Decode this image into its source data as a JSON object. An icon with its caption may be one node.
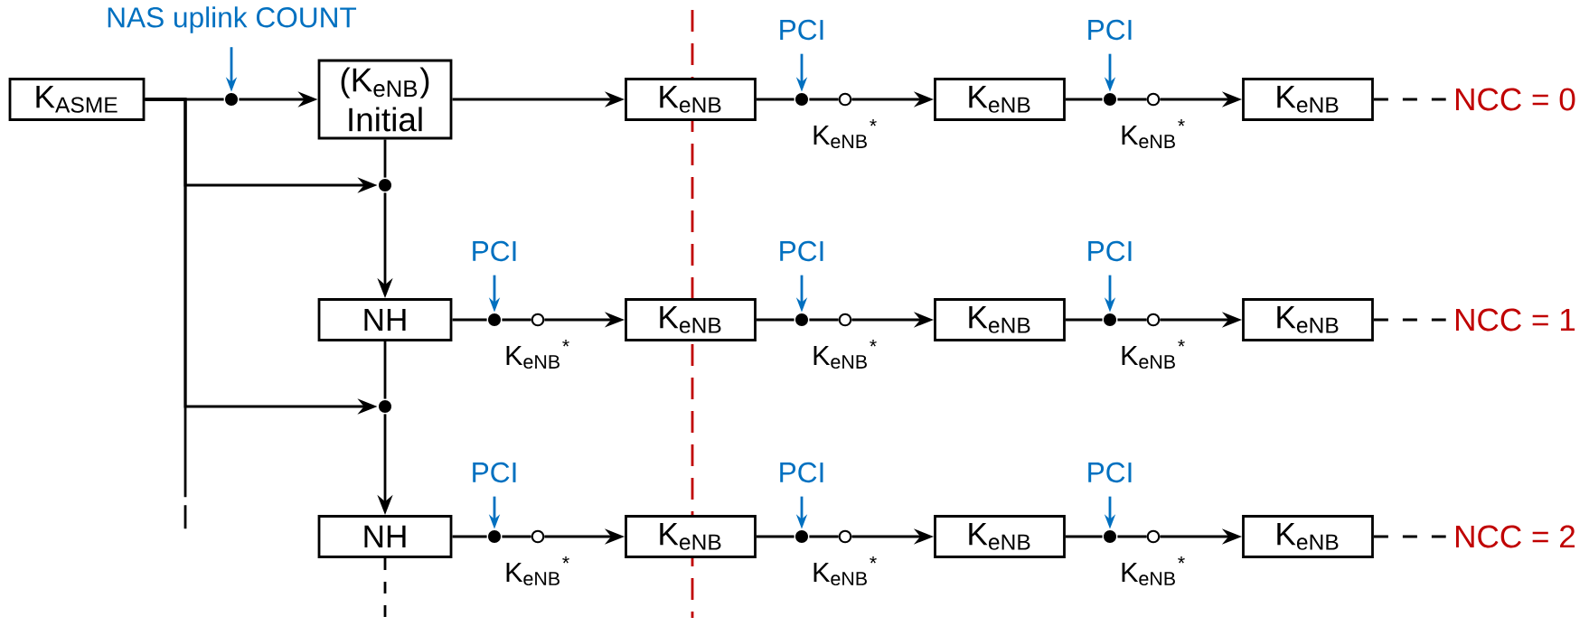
{
  "diagram": {
    "nodes": [
      {
        "text": [
          "K$_{ASME}$"
        ]
      },
      {
        "text": [
          "NAS uplink COUNT"
        ]
      },
      {
        "text": [],
        "shape": "circle"
      },
      {
        "text": [
          "(K$_{eNB}$) Initial"
        ]
      },
      {
        "text": [
          "PCI"
        ]
      },
      {
        "text": [
          "K$_{eNB}$"
        ]
      },
      {
        "text": [],
        "shape": "circle"
      },
      {
        "text": [],
        "shape": "circle",
        "beside": [
          "K$_{eNB}$$^{*}$"
        ]
      },
      {
        "text": [
          "PCI"
        ]
      },
      {
        "text": [
          "K$_{eNB}$"
        ]
      },
      {
        "text": [],
        "shape": "circle"
      },
      {
        "text": [],
        "shape": "circle",
        "beside": [
          "K$_{eNB}$$^{*}$"
        ]
      },
      {
        "text": [
          "K$_{eNB}$"
        ]
      },
      {
        "text": [],
        "shape": "circle"
      },
      {
        "text": [
          "PCI"
        ]
      },
      {
        "text": [
          "PCI"
        ]
      },
      {
        "text": [
          "PCI"
        ]
      },
      {
        "text": [
          "NH"
        ]
      },
      {
        "text": [],
        "shape": "circle"
      },
      {
        "text": [],
        "shape": "circle",
        "beside": [
          "K$_{eNB}$$^{*}$"
        ]
      },
      {
        "text": [
          "K$_{eNB}$"
        ]
      },
      {
        "text": [],
        "shape": "circle"
      },
      {
        "text": [],
        "shape": "circle",
        "beside": [
          "K$_{eNB}$$^{*}$"
        ]
      },
      {
        "text": [
          "K$_{eNB}$"
        ]
      },
      {
        "text": [],
        "shape": "circle"
      },
      {
        "text": [],
        "shape": "circle",
        "beside": [
          "K$_{eNB}$$^{*}$"
        ]
      },
      {
        "text": [
          "K$_{eNB}$"
        ]
      },
      {
        "text": [],
        "shape": "circle"
      },
      {
        "text": [
          "PCI"
        ]
      },
      {
        "text": [
          "PCI"
        ]
      },
      {
        "text": [
          "PCI"
        ]
      },
      {
        "text": [
          "NH"
        ]
      },
      {
        "text": [],
        "shape": "circle"
      },
      {
        "text": [],
        "shape": "circle",
        "beside": [
          "K$_{eNB}$$^{*}$"
        ]
      },
      {
        "text": [
          "K$_{eNB}$"
        ]
      },
      {
        "text": [],
        "shape": "circle"
      },
      {
        "text": [],
        "shape": "circle",
        "beside": [
          "K$_{eNB}$$^{*}$"
        ]
      },
      {
        "text": [
          "K$_{eNB}$"
        ]
      },
      {
        "text": [],
        "shape": "circle"
      },
      {
        "text": [],
        "shape": "circle",
        "beside": [
          "K$_{eNB}$$^{*}$"
        ]
      },
      {
        "text": [
          "K$_{eNB}$"
        ]
      },
      {
        "text": [
          "NCC = 0"
        ]
      },
      {
        "text": [
          "NCC = 1"
        ]
      },
      {
        "text": [
          "NCC = 2"
        ]
      }
    ],
    "edges": [
      {
        "from": 0,
        "to": 2,
        "arrow": "none"
      },
      {
        "from": 1,
        "to": 2,
        "arrow": "to",
        "color": "#0070c0"
      },
      {
        "from": 2,
        "to": 3,
        "arrow": "to"
      },
      {
        "from": 3,
        "to": 5,
        "arrow": "to"
      },
      {
        "from": 4,
        "to": 6,
        "arrow": "to",
        "color": "#0070c0"
      },
      {
        "from": 5,
        "to": 6,
        "arrow": "none"
      },
      {
        "from": 6,
        "to": 7,
        "arrow": "none"
      },
      {
        "from": 7,
        "to": 9,
        "arrow": "to"
      },
      {
        "from": 8,
        "to": 10,
        "arrow": "to",
        "color": "#0070c0"
      },
      {
        "from": 9,
        "to": 10,
        "arrow": "none"
      },
      {
        "from": 10,
        "to": 11,
        "arrow": "none"
      },
      {
        "from": 11,
        "to": 12,
        "arrow": "to"
      },
      {
        "from": 12,
        "to": 41,
        "arrow": "none",
        "style": "dashed"
      },
      {
        "from": 0,
        "to": 13,
        "arrow": "to"
      },
      {
        "from": 3,
        "to": 13,
        "arrow": "none"
      },
      {
        "from": 13,
        "to": 17,
        "arrow": "to"
      },
      {
        "from": 14,
        "to": 18,
        "arrow": "to",
        "color": "#0070c0"
      },
      {
        "from": 17,
        "to": 18,
        "arrow": "none"
      },
      {
        "from": 18,
        "to": 19,
        "arrow": "none"
      },
      {
        "from": 19,
        "to": 20,
        "arrow": "to"
      },
      {
        "from": 15,
        "to": 21,
        "arrow": "to",
        "color": "#0070c0"
      },
      {
        "from": 20,
        "to": 21,
        "arrow": "none"
      },
      {
        "from": 21,
        "to": 22,
        "arrow": "none"
      },
      {
        "from": 22,
        "to": 23,
        "arrow": "to"
      },
      {
        "from": 16,
        "to": 24,
        "arrow": "to",
        "color": "#0070c0"
      },
      {
        "from": 23,
        "to": 24,
        "arrow": "none"
      },
      {
        "from": 24,
        "to": 25,
        "arrow": "none"
      },
      {
        "from": 25,
        "to": 26,
        "arrow": "to"
      },
      {
        "from": 26,
        "to": 42,
        "arrow": "none",
        "style": "dashed"
      },
      {
        "from": 0,
        "to": 27,
        "arrow": "to"
      },
      {
        "from": 17,
        "to": 27,
        "arrow": "none"
      },
      {
        "from": 27,
        "to": 31,
        "arrow": "to"
      },
      {
        "from": 28,
        "to": 32,
        "arrow": "to",
        "color": "#0070c0"
      },
      {
        "from": 31,
        "to": 32,
        "arrow": "none"
      },
      {
        "from": 32,
        "to": 33,
        "arrow": "none"
      },
      {
        "from": 33,
        "to": 34,
        "arrow": "to"
      },
      {
        "from": 29,
        "to": 35,
        "arrow": "to",
        "color": "#0070c0"
      },
      {
        "from": 34,
        "to": 35,
        "arrow": "none"
      },
      {
        "from": 35,
        "to": 36,
        "arrow": "none"
      },
      {
        "from": 36,
        "to": 37,
        "arrow": "to"
      },
      {
        "from": 30,
        "to": 38,
        "arrow": "to",
        "color": "#0070c0"
      },
      {
        "from": 37,
        "to": 38,
        "arrow": "none"
      },
      {
        "from": 38,
        "to": 39,
        "arrow": "none"
      },
      {
        "from": 39,
        "to": 40,
        "arrow": "to"
      },
      {
        "from": 40,
        "to": 43,
        "arrow": "none",
        "style": "dashed"
      },
      {
        "from": 0,
        "to": null,
        "arrow": "none",
        "style": "dashed"
      },
      {
        "from": 31,
        "to": null,
        "arrow": "none",
        "style": "dashed"
      }
    ]
  }
}
